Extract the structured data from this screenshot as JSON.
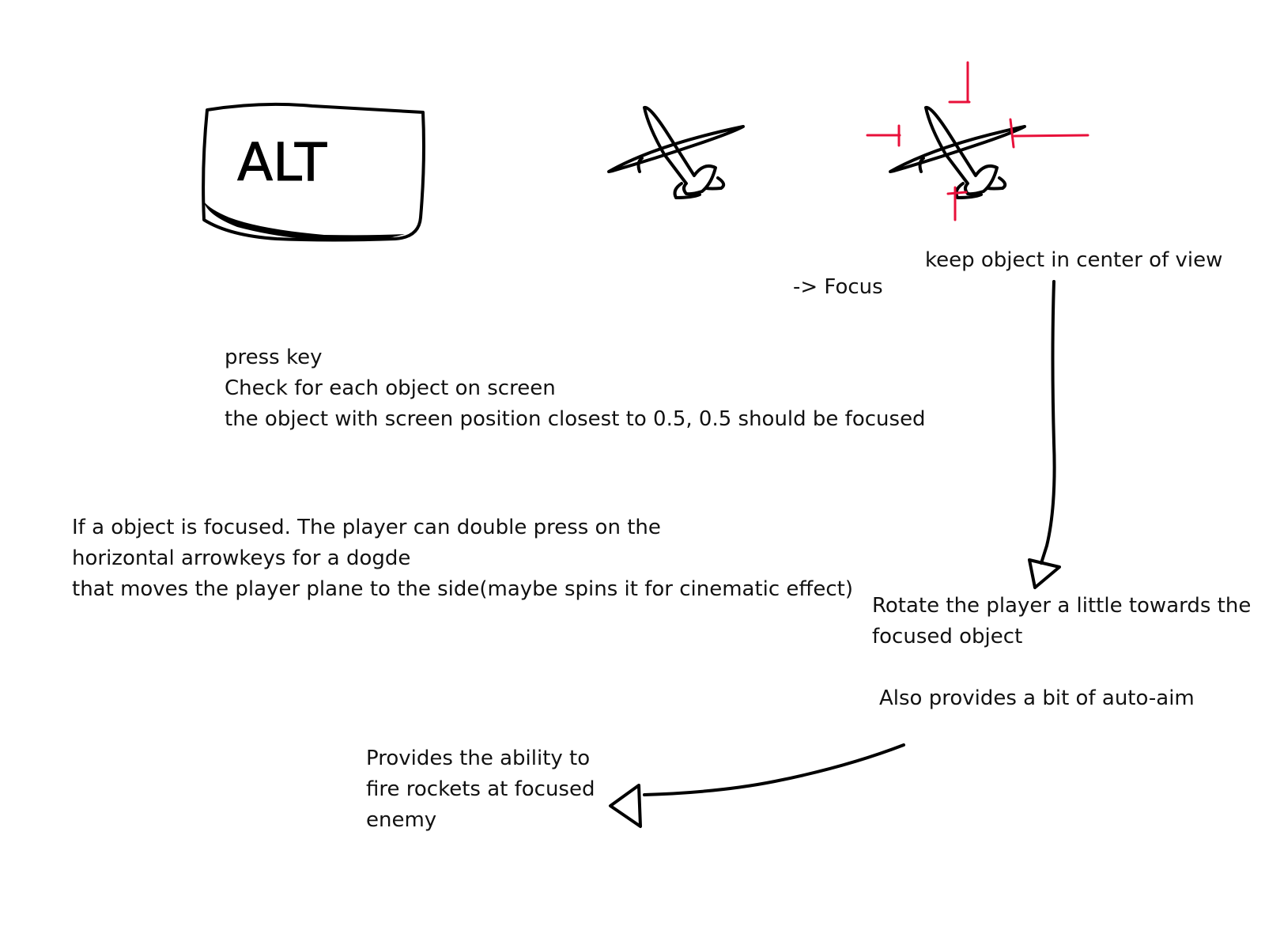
{
  "key": {
    "label": "ALT"
  },
  "labels": {
    "focus": "-> Focus",
    "keep_center": "keep object in center of view"
  },
  "instructions": {
    "line1": "press key",
    "line2": "Check for each object on screen",
    "line3": "the object with screen position closest to 0.5, 0.5 should be focused"
  },
  "dodge_note": {
    "line1": "If a object is focused. The player can double press on the",
    "line2": "horizontal arrowkeys for a dogde",
    "line3": "that moves the player plane to the side(maybe spins it for cinematic effect)"
  },
  "rotate_note": {
    "line1": "Rotate the player a little towards the",
    "line2": "focused object"
  },
  "autoaim_note": {
    "text": "Also provides a bit of auto-aim"
  },
  "rockets_note": {
    "line1": "Provides the ability to",
    "line2": "fire rockets at focused",
    "line3": "enemy"
  },
  "colors": {
    "ink": "#000000",
    "focus_marker": "#e8103a"
  },
  "icons": [
    "keyboard-key-icon",
    "airplane-icon",
    "focused-airplane-icon",
    "arrow-down-icon",
    "arrow-left-icon"
  ]
}
